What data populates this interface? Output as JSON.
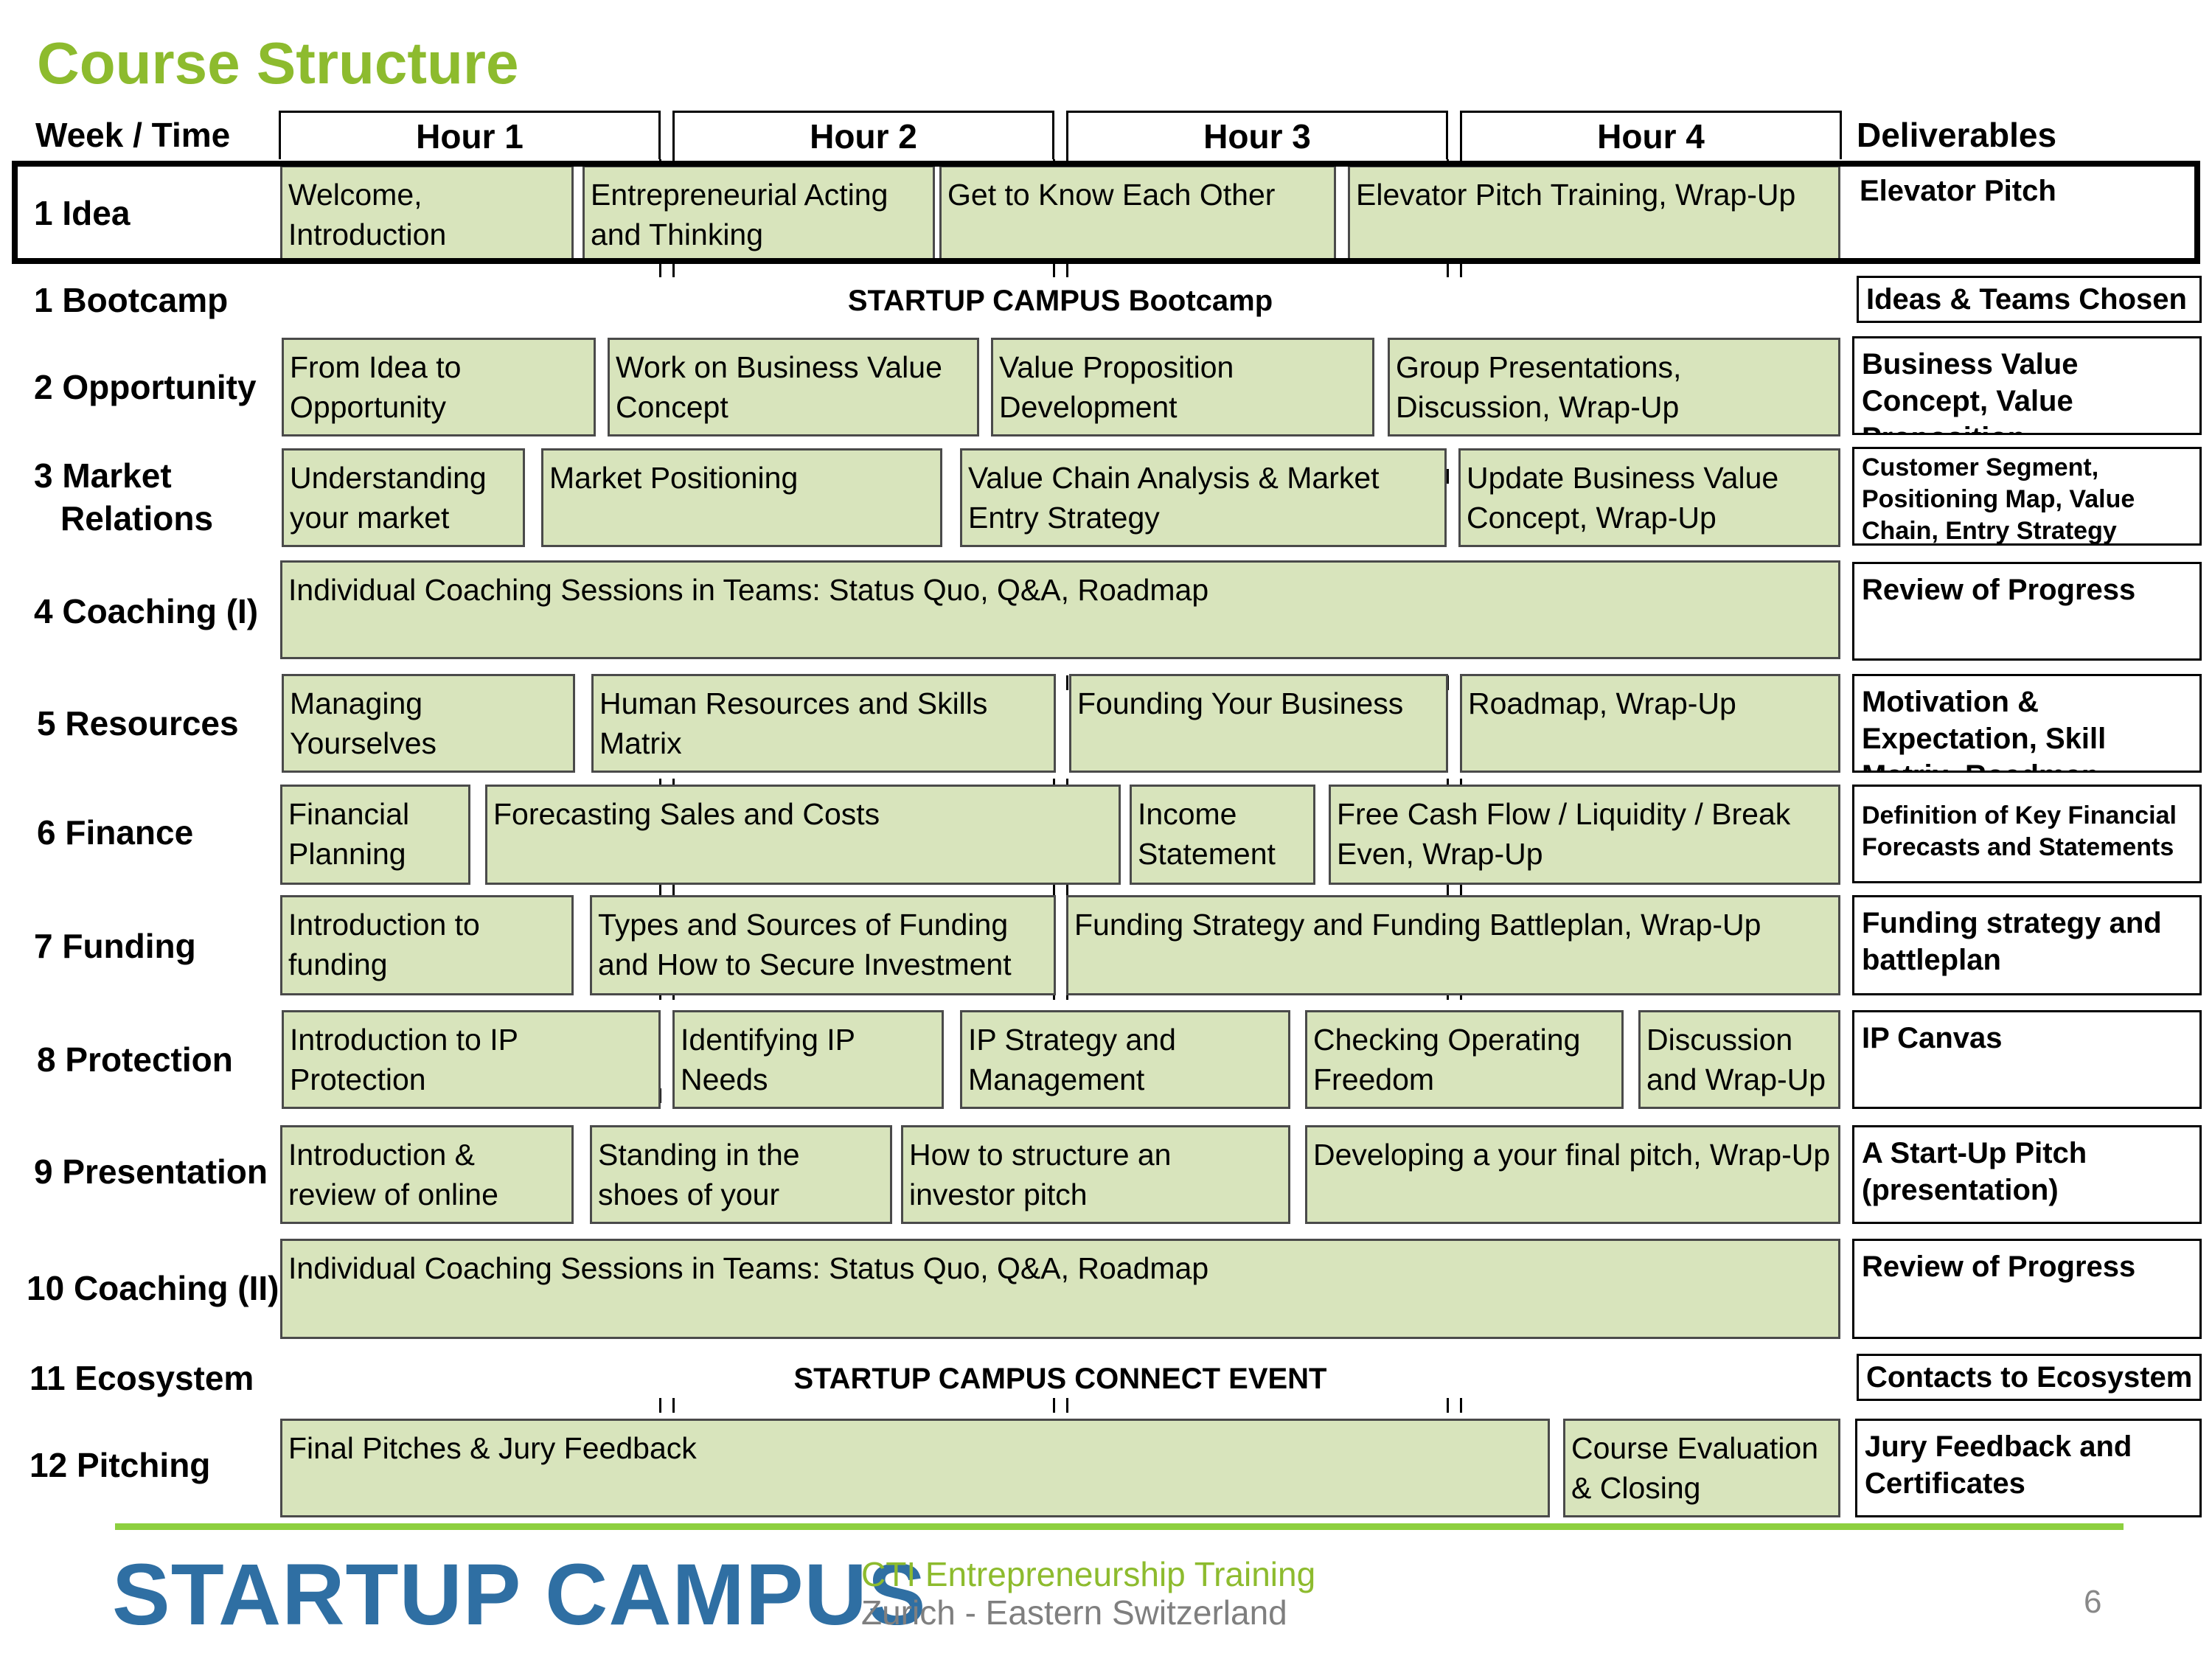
{
  "title": "Course Structure",
  "header": {
    "week_time": "Week / Time",
    "hours": [
      "Hour 1",
      "Hour 2",
      "Hour 3",
      "Hour 4"
    ],
    "deliverables": "Deliverables"
  },
  "weeks": [
    {
      "label": "1 Idea",
      "sessions": [
        "Welcome, Introduction",
        "Entrepreneurial Acting and Thinking",
        "Get to Know Each Other",
        "Elevator Pitch Training, Wrap-Up"
      ],
      "deliverable": "Elevator Pitch"
    },
    {
      "label": "1 Bootcamp",
      "event": "STARTUP CAMPUS Bootcamp",
      "deliverable": "Ideas & Teams Chosen"
    },
    {
      "label": "2 Opportunity",
      "sessions": [
        "From Idea to Opportunity",
        "Work on Business Value Concept",
        "Value Proposition Development",
        "Group Presentations, Discussion, Wrap-Up"
      ],
      "deliverable": "Business Value Concept, Value Proposition"
    },
    {
      "label_line1": "3 Market",
      "label_line2": "Relations",
      "sessions": [
        "Understanding your market",
        "Market Positioning",
        "Value Chain Analysis & Market Entry Strategy",
        "Update Business Value Concept, Wrap-Up"
      ],
      "deliverable": "Customer Segment, Positioning Map, Value Chain, Entry Strategy"
    },
    {
      "label": "4 Coaching (I)",
      "sessions": [
        "Individual Coaching Sessions in Teams: Status Quo, Q&A, Roadmap"
      ],
      "deliverable": "Review of Progress"
    },
    {
      "label": "5 Resources",
      "sessions": [
        "Managing Yourselves",
        "Human Resources and Skills Matrix",
        "Founding Your Business",
        "Roadmap, Wrap-Up"
      ],
      "deliverable": "Motivation & Expectation, Skill Matrix, Roadmap"
    },
    {
      "label": "6 Finance",
      "sessions": [
        "Financial Planning",
        "Forecasting Sales and Costs",
        "Income Statement",
        "Free Cash Flow / Liquidity / Break Even, Wrap-Up"
      ],
      "deliverable": "Definition of Key Financial Forecasts and Statements"
    },
    {
      "label": "7 Funding",
      "sessions": [
        "Introduction to funding",
        "Types and Sources of Funding and How to Secure Investment",
        "Funding Strategy and Funding Battleplan, Wrap-Up"
      ],
      "deliverable": "Funding strategy and battleplan"
    },
    {
      "label": "8 Protection",
      "sessions": [
        "Introduction to IP Protection",
        "Identifying IP Needs",
        "IP Strategy and Management",
        "Checking Operating Freedom",
        "Discussion and Wrap-Up"
      ],
      "deliverable": "IP Canvas"
    },
    {
      "label": "9 Presentation",
      "sessions": [
        "Introduction & review of online training",
        "Standing in the shoes of your audience",
        "How to structure an investor pitch",
        "Developing a your final pitch, Wrap-Up"
      ],
      "deliverable": "A Start-Up Pitch (presentation)"
    },
    {
      "label": "10 Coaching (II)",
      "sessions": [
        "Individual Coaching Sessions in Teams: Status Quo, Q&A, Roadmap"
      ],
      "deliverable": "Review of Progress"
    },
    {
      "label": "11 Ecosystem",
      "event": "STARTUP CAMPUS CONNECT EVENT",
      "deliverable": "Contacts to Ecosystem"
    },
    {
      "label": "12 Pitching",
      "sessions": [
        "Final Pitches & Jury Feedback",
        "Course Evaluation & Closing"
      ],
      "deliverable": "Jury Feedback and Certificates"
    }
  ],
  "footer": {
    "logo": "STARTUP CAMPUS",
    "subtitle_line1": "CTI Entrepreneurship Training",
    "subtitle_line2": "Zurich - Eastern Switzerland",
    "page_number": "6"
  },
  "colors": {
    "title_green": "#8dbb2e",
    "cell_fill": "#d8e4bc",
    "logo_blue": "#2f6fa3",
    "footer_green": "#8dcf3f",
    "subtitle_green": "#8dbb2e",
    "subtitle_gray": "#7f7f7f"
  }
}
